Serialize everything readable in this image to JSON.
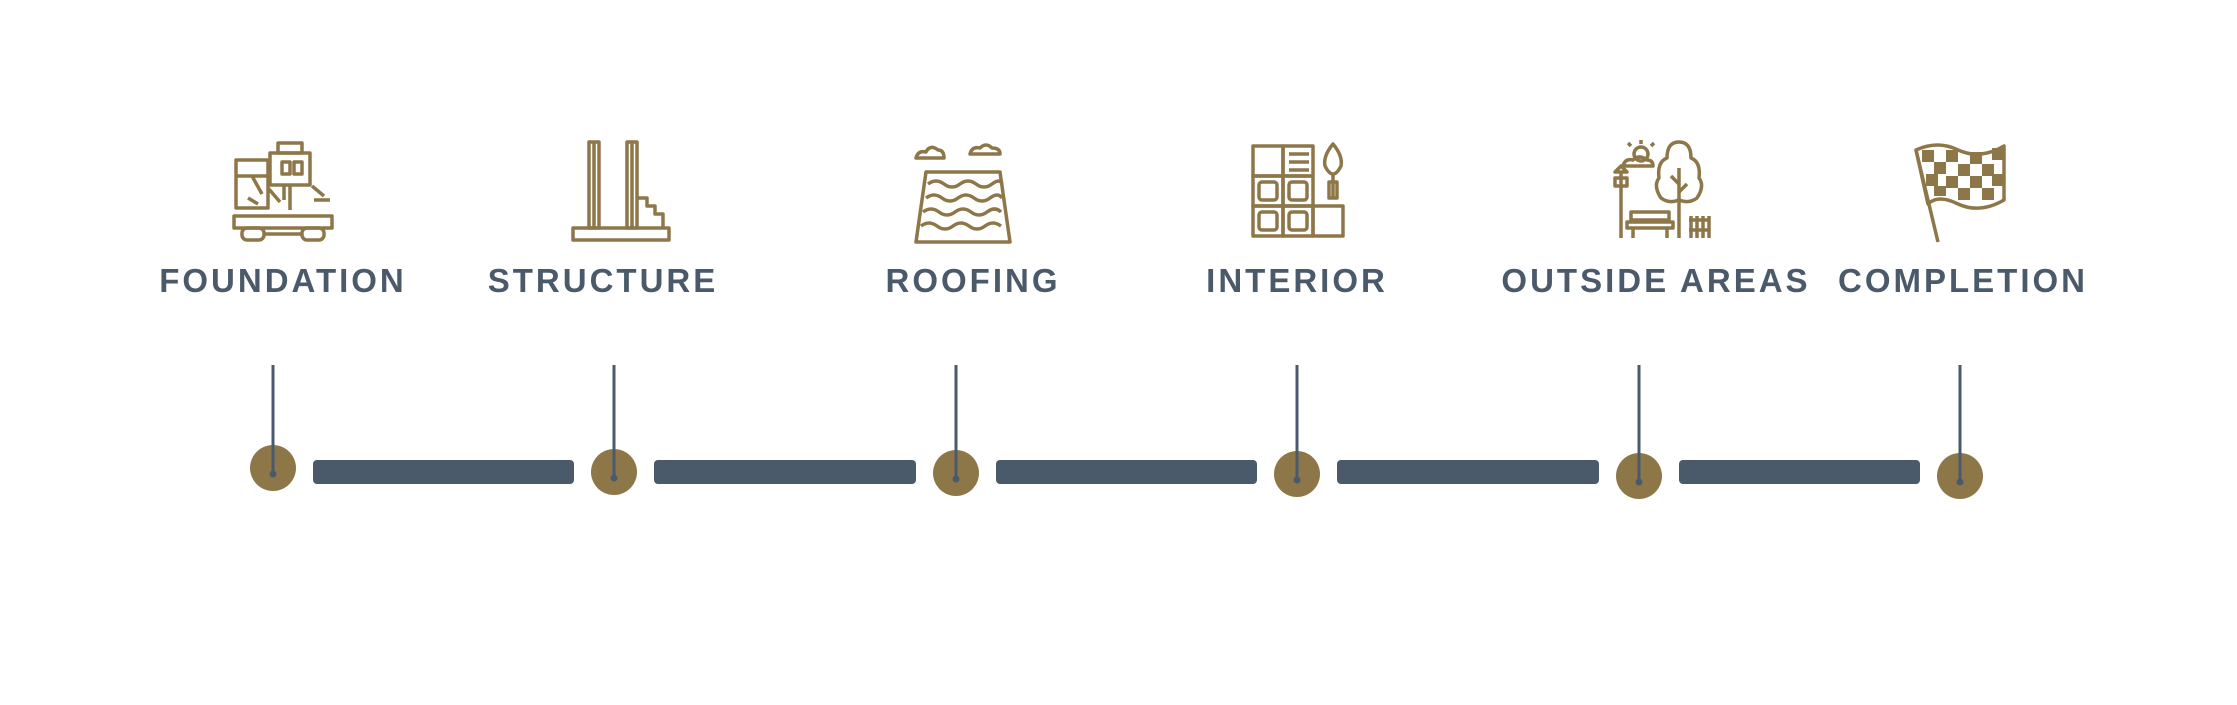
{
  "colors": {
    "accent": "#8d7748",
    "line": "#4a5a6b",
    "label": "#4a5a6b",
    "background": "#ffffff"
  },
  "steps": [
    {
      "label": "FOUNDATION",
      "icon": "excavator-drill-icon"
    },
    {
      "label": "STRUCTURE",
      "icon": "building-columns-icon"
    },
    {
      "label": "ROOFING",
      "icon": "roof-tiles-icon"
    },
    {
      "label": "INTERIOR",
      "icon": "tiles-trowel-icon"
    },
    {
      "label": "OUTSIDE AREAS",
      "icon": "park-bench-tree-icon"
    },
    {
      "label": "COMPLETION",
      "icon": "checkered-flag-icon"
    }
  ]
}
